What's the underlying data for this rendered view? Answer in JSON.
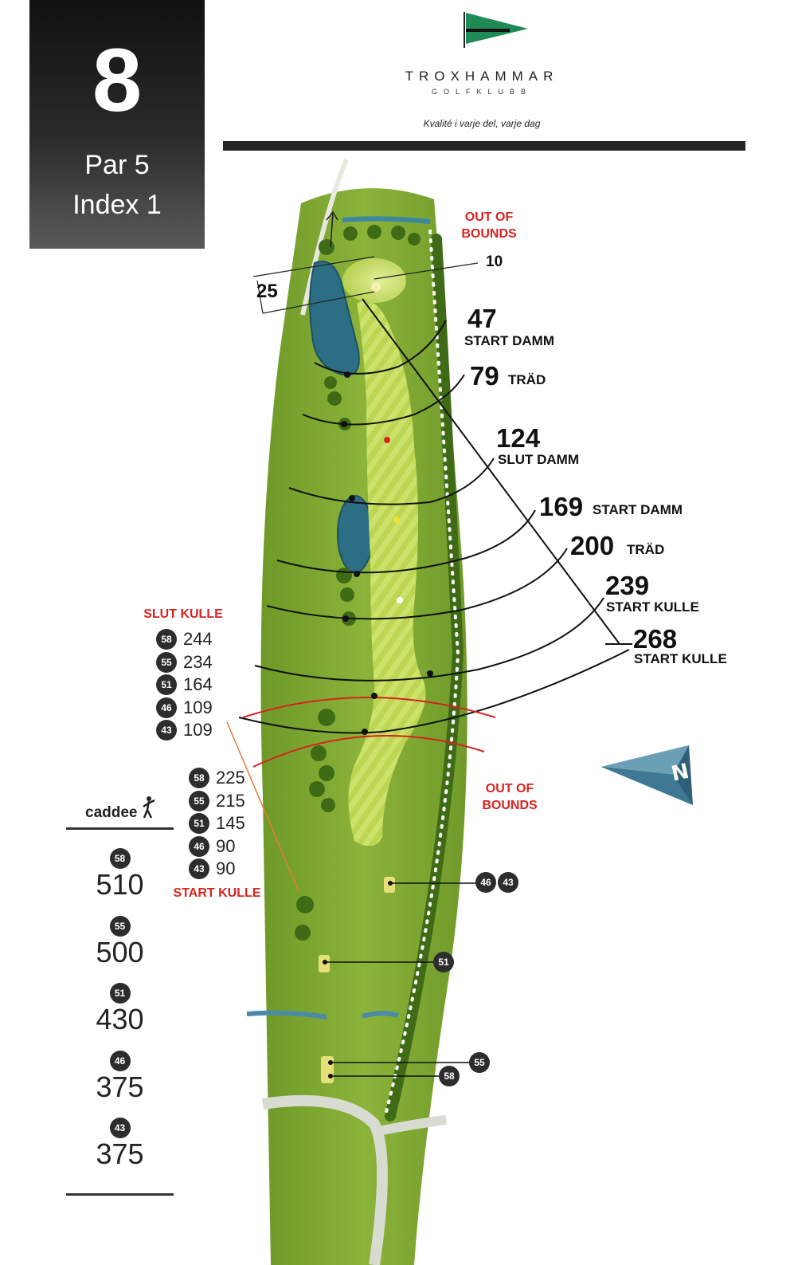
{
  "hole": {
    "number": "8",
    "par": "Par 5",
    "index": "Index 1"
  },
  "club": {
    "name": "TROXHAMMAR",
    "subtitle": "GOLFKLUBB",
    "slogan": "Kvalité i varje del, varje dag",
    "flag_color": "#1f8a55"
  },
  "green": {
    "depth": "25",
    "side": "10"
  },
  "distances": [
    {
      "value": "47",
      "label": "START DAMM"
    },
    {
      "value": "79",
      "label": "TRÄD"
    },
    {
      "value": "124",
      "label": "SLUT DAMM"
    },
    {
      "value": "169",
      "label": "START DAMM"
    },
    {
      "value": "200",
      "label": "TRÄD"
    },
    {
      "value": "239",
      "label": "START KULLE"
    },
    {
      "value": "268",
      "label": "START KULLE"
    }
  ],
  "out_of_bounds": {
    "top": [
      "OUT OF",
      "BOUNDS"
    ],
    "bottom": [
      "OUT OF",
      "BOUNDS"
    ]
  },
  "slut_kulle": {
    "title": "SLUT KULLE",
    "rows": [
      {
        "tee": "58",
        "value": "244"
      },
      {
        "tee": "55",
        "value": "234"
      },
      {
        "tee": "51",
        "value": "164"
      },
      {
        "tee": "46",
        "value": "109"
      },
      {
        "tee": "43",
        "value": "109"
      }
    ]
  },
  "start_kulle": {
    "title": "START KULLE",
    "rows": [
      {
        "tee": "58",
        "value": "225"
      },
      {
        "tee": "55",
        "value": "215"
      },
      {
        "tee": "51",
        "value": "145"
      },
      {
        "tee": "46",
        "value": "90"
      },
      {
        "tee": "43",
        "value": "90"
      }
    ]
  },
  "caddee": "caddee",
  "totals": [
    {
      "tee": "58",
      "length": "510"
    },
    {
      "tee": "55",
      "length": "500"
    },
    {
      "tee": "51",
      "length": "430"
    },
    {
      "tee": "46",
      "length": "375"
    },
    {
      "tee": "43",
      "length": "375"
    }
  ],
  "tee_markers": [
    {
      "tees": [
        "46",
        "43"
      ]
    },
    {
      "tees": [
        "51"
      ]
    },
    {
      "tees": [
        "55"
      ]
    },
    {
      "tees": [
        "58"
      ]
    }
  ],
  "north": {
    "letter": "N"
  },
  "colors": {
    "rough": "#7fa832",
    "fairway": "#c3d957",
    "water": "#2c6f85",
    "trees": "#4d7a1f",
    "red": "#d8231f",
    "badge": "#2d2d2d"
  }
}
